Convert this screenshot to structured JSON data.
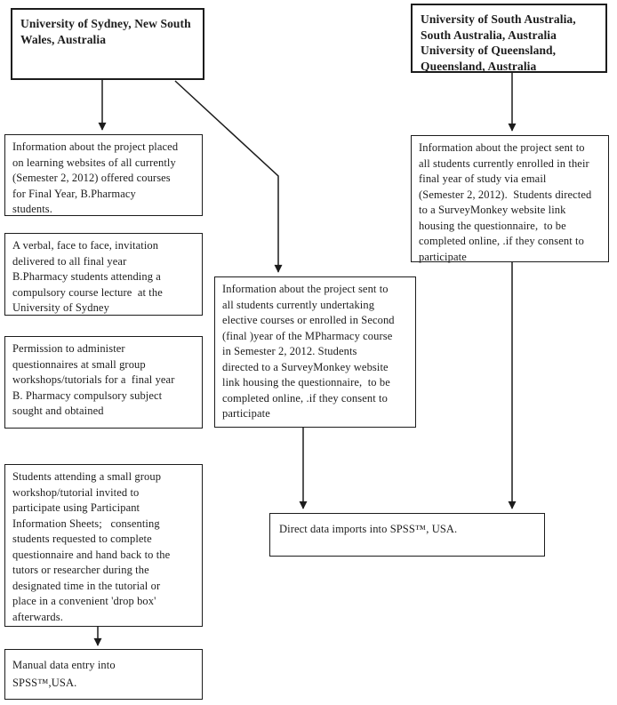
{
  "diagram": {
    "colors": {
      "ink": "#1c1c1c",
      "background": "#ffffff"
    },
    "boxes": {
      "usyd": {
        "text": "University of Sydney, New South\nWales, Australia"
      },
      "unisa_uq": {
        "text": "University of South Australia,\nSouth Australia, Australia\nUniversity of Queensland,\nQueensland, Australia"
      },
      "info_websites": {
        "text": "Information about the project placed\non learning websites of all currently\n(Semester 2, 2012) offered courses\nfor Final Year, B.Pharmacy\nstudents."
      },
      "verbal_invitation": {
        "text": "A verbal, face to face, invitation\ndelivered to all final year\nB.Pharmacy students attending a\ncompulsory course lecture  at the\nUniversity of Sydney"
      },
      "permission": {
        "text": "Permission to administer\nquestionnaires at small group\nworkshops/tutorials for a  final year\nB. Pharmacy compulsory subject\nsought and obtained"
      },
      "workshop_invite": {
        "text": "Students attending a small group\nworkshop/tutorial invited to\nparticipate using Participant\nInformation Sheets;   consenting\nstudents requested to complete\nquestionnaire and hand back to the\ntutors or researcher during the\ndesignated time in the tutorial or\nplace in a convenient 'drop box'\nafterwards."
      },
      "manual_entry": {
        "text": "Manual data entry into\nSPSS™,USA."
      },
      "info_email": {
        "text": "Information about the project sent to\nall students currently enrolled in their\nfinal year of study via email\n(Semester 2, 2012).  Students directed\nto a SurveyMonkey website link\nhousing the questionnaire,  to be\ncompleted online, .if they consent to\nparticipate"
      },
      "info_elective": {
        "text": "Information about the project sent to\nall students currently undertaking\nelective courses or enrolled in Second\n(final )year of the MPharmacy course\nin Semester 2, 2012. Students\ndirected to a SurveyMonkey website\nlink housing the questionnaire,  to be\ncompleted online, .if they consent to\nparticipate"
      },
      "direct_import": {
        "text": "Direct data imports into SPSS™, USA."
      }
    },
    "connections": [
      {
        "from": "usyd",
        "to": "info_websites"
      },
      {
        "from": "usyd",
        "to": "info_elective"
      },
      {
        "from": "unisa_uq",
        "to": "info_email"
      },
      {
        "from": "workshop_invite",
        "to": "manual_entry"
      },
      {
        "from": "info_elective",
        "to": "direct_import"
      },
      {
        "from": "info_email",
        "to": "direct_import"
      }
    ]
  }
}
